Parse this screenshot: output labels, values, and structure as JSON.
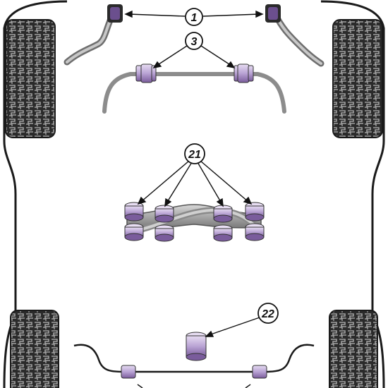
{
  "callouts": {
    "c1": "1",
    "c3": "3",
    "c21": "21",
    "c22": "22"
  },
  "colors": {
    "outline": "#1a1a1a",
    "bar": "#8c8c8c",
    "bush_purple": "#c9b8df",
    "bush_dark": "#5a3e78",
    "tyre_dark": "#2b2b2b",
    "tyre_tread": "#9a9a9a"
  },
  "icons": [
    "bushing-icon",
    "tyre-icon",
    "anti-roll-bar-icon",
    "subframe-icon"
  ]
}
